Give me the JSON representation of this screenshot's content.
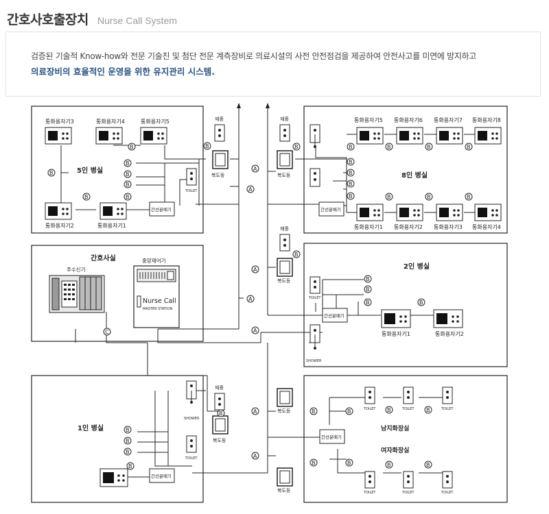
{
  "header": {
    "title_ko": "간호사호출장치",
    "title_en": "Nurse Call System"
  },
  "intro": {
    "line1": "검증된 기술적 Know-how와 전문 기술진 및 첨단 전문 계측장비로   의료시설의 사전 안전점검을 제공하여 안전사고를 미연에 방지하고",
    "line2": "의료장비의 효율적인 운영을 위한 유지관리 시스템."
  },
  "diagram": {
    "rooms": {
      "ward5": "5인 병실",
      "ward8": "8인 병실",
      "nurse_station": "간호사실",
      "ward2": "2인 병실",
      "ward1": "1인 병실",
      "mens_restroom": "남지화장실",
      "womens_restroom": "여자화장실"
    },
    "labels": {
      "junction": "간선분배기",
      "corridor_lamp": "복도등",
      "reset": "재중",
      "toilet": "TOILET",
      "shower": "SHOWER",
      "main_receiver": "주수신기",
      "central_controller": "중앙제어기",
      "nurse_call": "Nurse Call",
      "master_station": "MASTER STATION"
    },
    "devices": {
      "ward5_top": [
        "통화용자기3",
        "통화용자기4",
        "통화용자기5"
      ],
      "ward5_bottom": [
        "통화용자기2",
        "통화용자기1"
      ],
      "ward8_top": [
        "통화용자기5",
        "통화용자기6",
        "통화용자기7",
        "통화용자기8"
      ],
      "ward8_bottom": [
        "통화용자기1",
        "통화용자기2",
        "통화용자기3",
        "통화용자기4"
      ],
      "ward2": [
        "통화용자기1",
        "통화용자기2"
      ]
    },
    "markers": {
      "A": "A",
      "B": "B",
      "C": "C"
    }
  }
}
